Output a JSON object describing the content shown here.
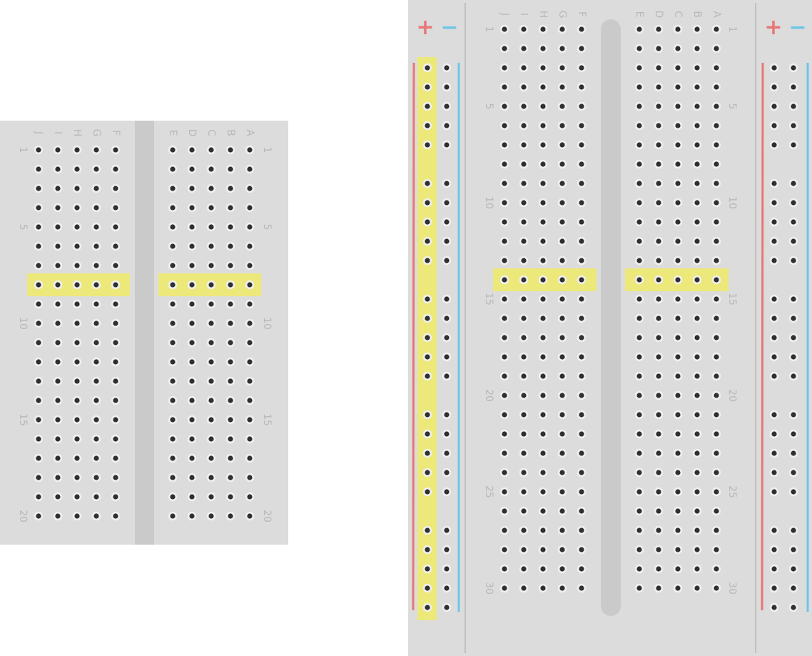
{
  "colors": {
    "board": "#dcdcdc",
    "channel": "#cacaca",
    "hole": "#2f2f2f",
    "hole_ring": "#f0f0f0",
    "highlight": "#ece87a",
    "plus_rail": "#e87676",
    "minus_rail": "#6ec6e4",
    "divider": "#b6b6b6",
    "label": "#b9b9b9"
  },
  "rails": {
    "plus_label": "+",
    "minus_label": "−"
  },
  "mini_board": {
    "rows": 20,
    "left_columns": [
      "J",
      "I",
      "H",
      "G",
      "F"
    ],
    "right_columns": [
      "E",
      "D",
      "C",
      "B",
      "A"
    ],
    "row_labels": [
      "1",
      "5",
      "10",
      "15",
      "20"
    ],
    "highlighted_row": 8
  },
  "half_board": {
    "rows": 30,
    "left_columns": [
      "J",
      "I",
      "H",
      "G",
      "F"
    ],
    "right_columns": [
      "E",
      "D",
      "C",
      "B",
      "A"
    ],
    "row_labels": [
      "1",
      "5",
      "10",
      "15",
      "20",
      "25",
      "30"
    ],
    "highlighted_row": 14,
    "highlighted_rail": "plus"
  }
}
